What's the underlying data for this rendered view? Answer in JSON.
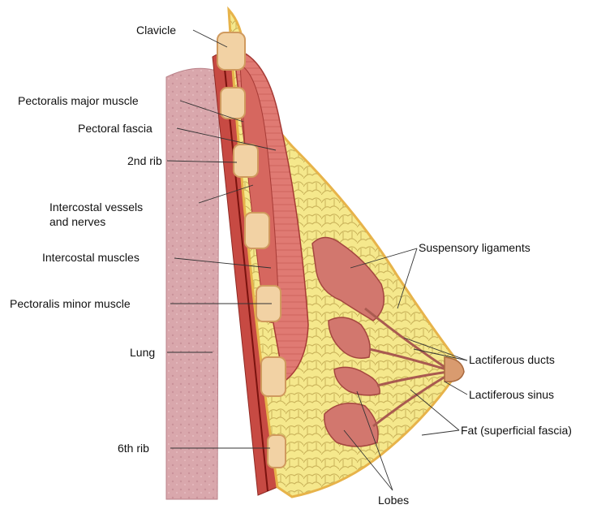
{
  "labels": {
    "clavicle": "Clavicle",
    "pectoralis_major": "Pectoralis major muscle",
    "pectoral_fascia": "Pectoral fascia",
    "rib2": "2nd rib",
    "intercostal_vessels_line1": "Intercostal vessels",
    "intercostal_vessels_line2": "and nerves",
    "intercostal_muscles": "Intercostal muscles",
    "pectoralis_minor": "Pectoralis minor muscle",
    "lung": "Lung",
    "rib6": "6th rib",
    "suspensory_ligaments": "Suspensory ligaments",
    "lactiferous_ducts": "Lactiferous ducts",
    "lactiferous_sinus": "Lactiferous sinus",
    "fat": "Fat (superficial fascia)",
    "lobes": "Lobes"
  },
  "colors": {
    "lung": "#d9a7ac",
    "muscle": "#e07a73",
    "muscle_dark": "#b9443f",
    "fat": "#f5e88c",
    "fat_outline": "#c9b25a",
    "rib": "#f2d2a4",
    "lobe": "#d2776e",
    "vessel": "#b3241c"
  }
}
